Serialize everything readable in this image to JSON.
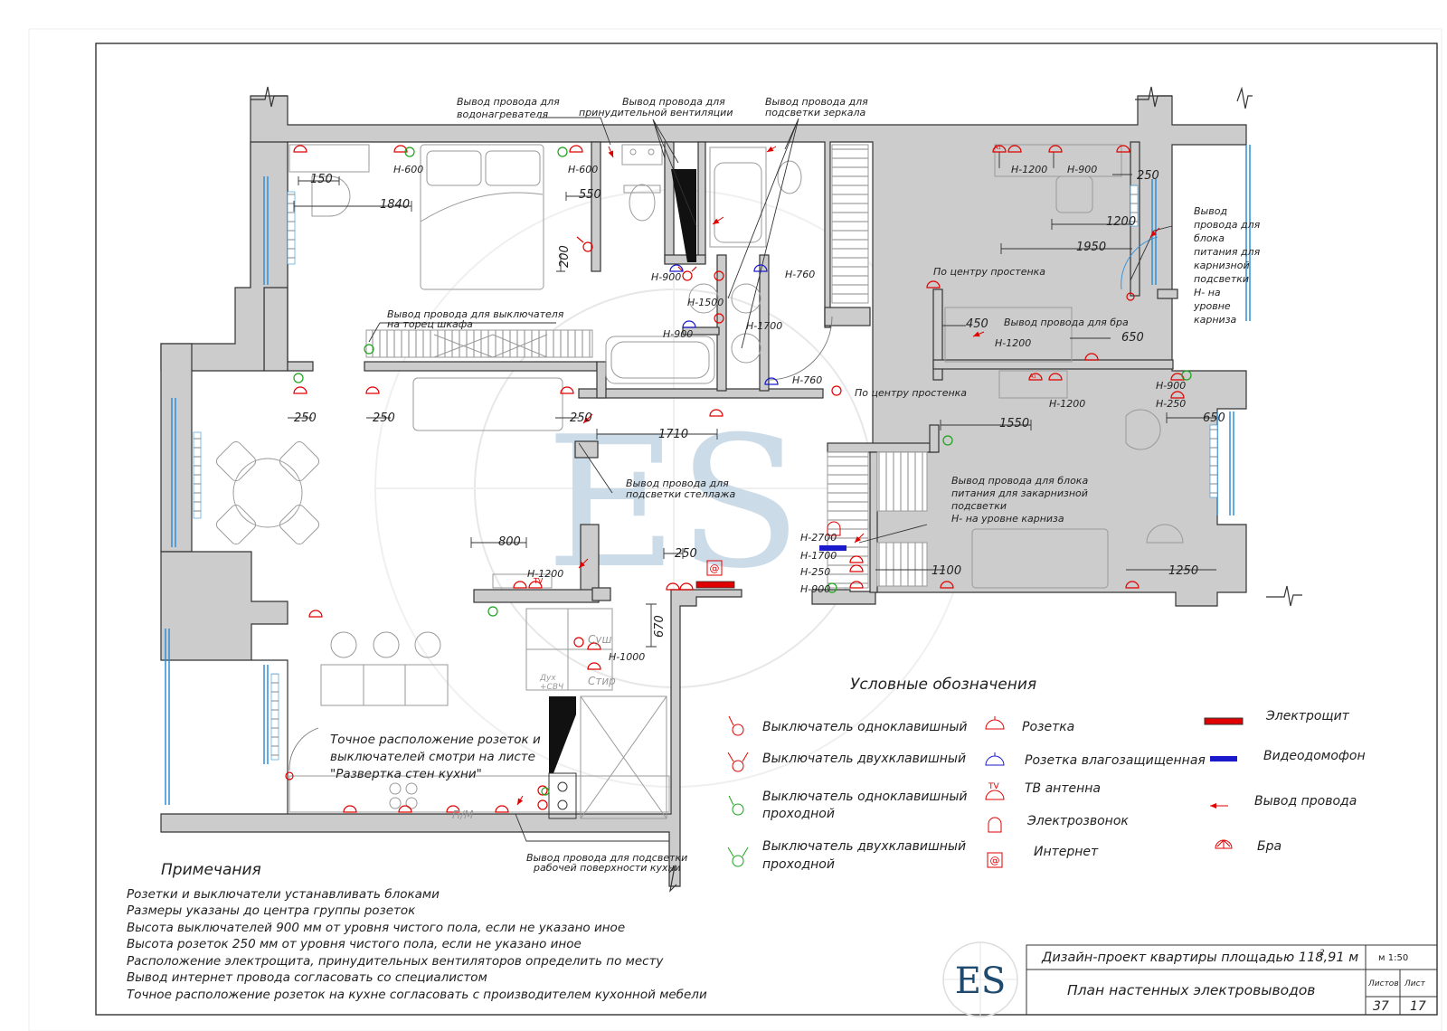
{
  "callouts": {
    "water_heater": [
      "Вывод провода для",
      "водонагревателя"
    ],
    "ventilation": [
      "Вывод провода для",
      "принудительной вентиляции"
    ],
    "mirror": [
      "Вывод провода для",
      "подсветки зеркала"
    ],
    "wardrobe_switch": [
      "Вывод провода для выключателя",
      "на торец шкафа"
    ],
    "shelf_light": [
      "Вывод провода для",
      "подсветки стеллажа"
    ],
    "wall_center_1": "По центру простенка",
    "wall_center_2": "По центру простенка",
    "sconce": "Вывод провода для бра",
    "cornice_right": [
      "Вывод",
      "провода для",
      "блока",
      "питания для",
      "карнизной",
      "подсветки",
      "Н- на",
      "уровне",
      "карниза"
    ],
    "cornice_mid": [
      "Вывод провода для блока",
      "питания для закарнизной",
      "подсветки",
      "Н- на уровне карниза"
    ],
    "kitchen_worktop": [
      "Вывод провода для подсветки",
      "рабочей поверхности кухни"
    ],
    "kitchen_note": [
      "Точное расположение розеток и",
      "выключателей смотри на листе",
      "\"Развертка стен кухни\""
    ]
  },
  "heights": {
    "h600a": "Н-600",
    "h600b": "Н-600",
    "h900a": "Н-900",
    "h1500": "Н-1500",
    "h900b": "Н-900",
    "h760a": "Н-760",
    "h1700": "Н-1700",
    "h760b": "Н-760",
    "h1200a": "Н-1200",
    "h900c": "Н-900",
    "h1200b": "Н-1200",
    "h1200c": "Н-1200",
    "h900d": "Н-900",
    "h250a": "Н-250",
    "h1200d": "Н-1200",
    "h2700": "Н-2700",
    "h1700b": "Н-1700",
    "h250b": "Н-250",
    "h900e": "Н-900",
    "h1000": "Н-1000"
  },
  "dims": {
    "d150": "150",
    "d1840": "1840",
    "d550": "550",
    "d200": "200",
    "d250a": "250",
    "d250b": "250",
    "d250c": "250",
    "d1710": "1710",
    "d800": "800",
    "d250d": "250",
    "d670": "670",
    "d1200": "1200",
    "d1950": "1950",
    "d250e": "250",
    "d450": "450",
    "d650a": "650",
    "d1550": "1550",
    "d650b": "650",
    "d1100": "1100",
    "d1250": "1250"
  },
  "appliances": {
    "dryer": "Суш",
    "washer": "Стир",
    "oven": [
      "Дух",
      "+СВЧ"
    ],
    "dishwasher": "П/М"
  },
  "legend": {
    "title": "Условные обозначения",
    "items": [
      {
        "label": [
          "Выключатель одноклавишный"
        ],
        "icon": "single-switch"
      },
      {
        "label": [
          "Выключатель двухклавишный"
        ],
        "icon": "double-switch"
      },
      {
        "label": [
          "Выключатель одноклавишный",
          "проходной"
        ],
        "icon": "single-passthrough-switch"
      },
      {
        "label": [
          "Выключатель двухклавишный",
          "проходной"
        ],
        "icon": "double-passthrough-switch"
      },
      {
        "label": [
          "Розетка"
        ],
        "icon": "socket"
      },
      {
        "label": [
          "Розетка влагозащищенная"
        ],
        "icon": "waterproof-socket"
      },
      {
        "label": [
          "ТВ антенна"
        ],
        "icon": "tv-antenna"
      },
      {
        "label": [
          "Электрозвонок"
        ],
        "icon": "doorbell"
      },
      {
        "label": [
          "Интернет"
        ],
        "icon": "internet"
      },
      {
        "label": [
          "Электрощит"
        ],
        "icon": "switchboard"
      },
      {
        "label": [
          "Видеодомофон"
        ],
        "icon": "video-intercom"
      },
      {
        "label": [
          "Вывод провода"
        ],
        "icon": "wire-outlet"
      },
      {
        "label": [
          "Бра"
        ],
        "icon": "sconce"
      }
    ]
  },
  "notes": {
    "title": "Примечания",
    "lines": [
      "Розетки и выключатели устанавливать блоками",
      "Размеры указаны до центра группы розеток",
      "Высота выключателей 900 мм от уровня чистого пола, если не указано иное",
      "Высота розеток 250 мм от уровня чистого пола, если не указано иное",
      "Расположение электрощита, принудительных вентиляторов определить по месту",
      "Вывод интернет провода согласовать со специалистом",
      "Точное расположение розеток на кухне согласовать с производителем кухонной мебели"
    ]
  },
  "title_block": {
    "logo": "ES",
    "project": "Дизайн-проект квартиры площадью 118,91 м",
    "project_sup": "2",
    "sheet_title": "План настенных электровыводов",
    "scale": "м 1:50",
    "sheets_label": "Листов",
    "sheet_label": "Лист",
    "sheets_value": "37",
    "sheet_value": "17"
  },
  "watermark": "ES",
  "symbol_letters": {
    "tv": "TV",
    "at": "@",
    "ab": "A₁"
  },
  "colors": {
    "wall": "#cccccc",
    "line": "#333333",
    "red": "#e00000",
    "green": "#1aa31a",
    "blue": "#1a1acc",
    "window": "#2f8fd6",
    "watermark": "#c3d5e3"
  }
}
